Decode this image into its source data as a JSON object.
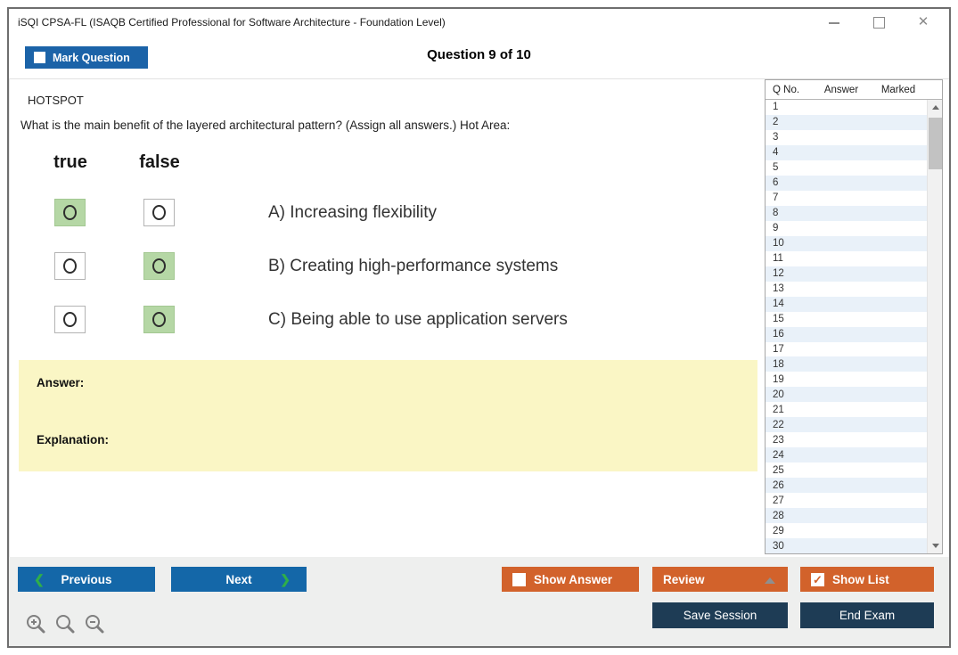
{
  "window": {
    "title": "iSQI CPSA-FL (ISAQB Certified Professional for Software Architecture - Foundation Level)"
  },
  "header": {
    "mark_question": "Mark Question",
    "mark_question_checked": false,
    "question_counter": "Question 9 of 10"
  },
  "question": {
    "type_label": "HOTSPOT",
    "prompt": "What is the main benefit of the layered architectural pattern? (Assign all answers.) Hot Area:",
    "hotspot": {
      "columns": [
        "true",
        "false"
      ],
      "rows": [
        {
          "label": "A) Increasing flexibility",
          "true_selected": true,
          "false_selected": false
        },
        {
          "label": "B) Creating high-performance systems",
          "true_selected": false,
          "false_selected": true
        },
        {
          "label": "C) Being able to use application servers",
          "true_selected": false,
          "false_selected": true
        }
      ]
    },
    "answer_label": "Answer:",
    "explanation_label": "Explanation:"
  },
  "question_list": {
    "headers": {
      "no": "Q No.",
      "answer": "Answer",
      "marked": "Marked"
    },
    "visible_rows": [
      "1",
      "2",
      "3",
      "4",
      "5",
      "6",
      "7",
      "8",
      "9",
      "10",
      "11",
      "12",
      "13",
      "14",
      "15",
      "16",
      "17",
      "18",
      "19",
      "20",
      "21",
      "22",
      "23",
      "24",
      "25",
      "26",
      "27",
      "28",
      "29",
      "30"
    ]
  },
  "footer": {
    "previous": "Previous",
    "next": "Next",
    "show_answer": "Show Answer",
    "show_answer_checked": false,
    "review": "Review",
    "show_list": "Show List",
    "show_list_checked": true,
    "save_session": "Save Session",
    "end_exam": "End Exam"
  },
  "icons": {
    "close": "✕",
    "prev_chevron": "❮",
    "next_chevron": "❯",
    "check": "✓"
  },
  "colors": {
    "accent_blue": "#1467a8",
    "button_blue": "#1b63a8",
    "accent_orange": "#d2622b",
    "dark_navy": "#1e3c55",
    "highlight_green": "#b5d7a5",
    "note_yellow": "#faf6c5",
    "row_alt_blue": "#e9f1f9",
    "chevron_green": "#2fae4a"
  }
}
